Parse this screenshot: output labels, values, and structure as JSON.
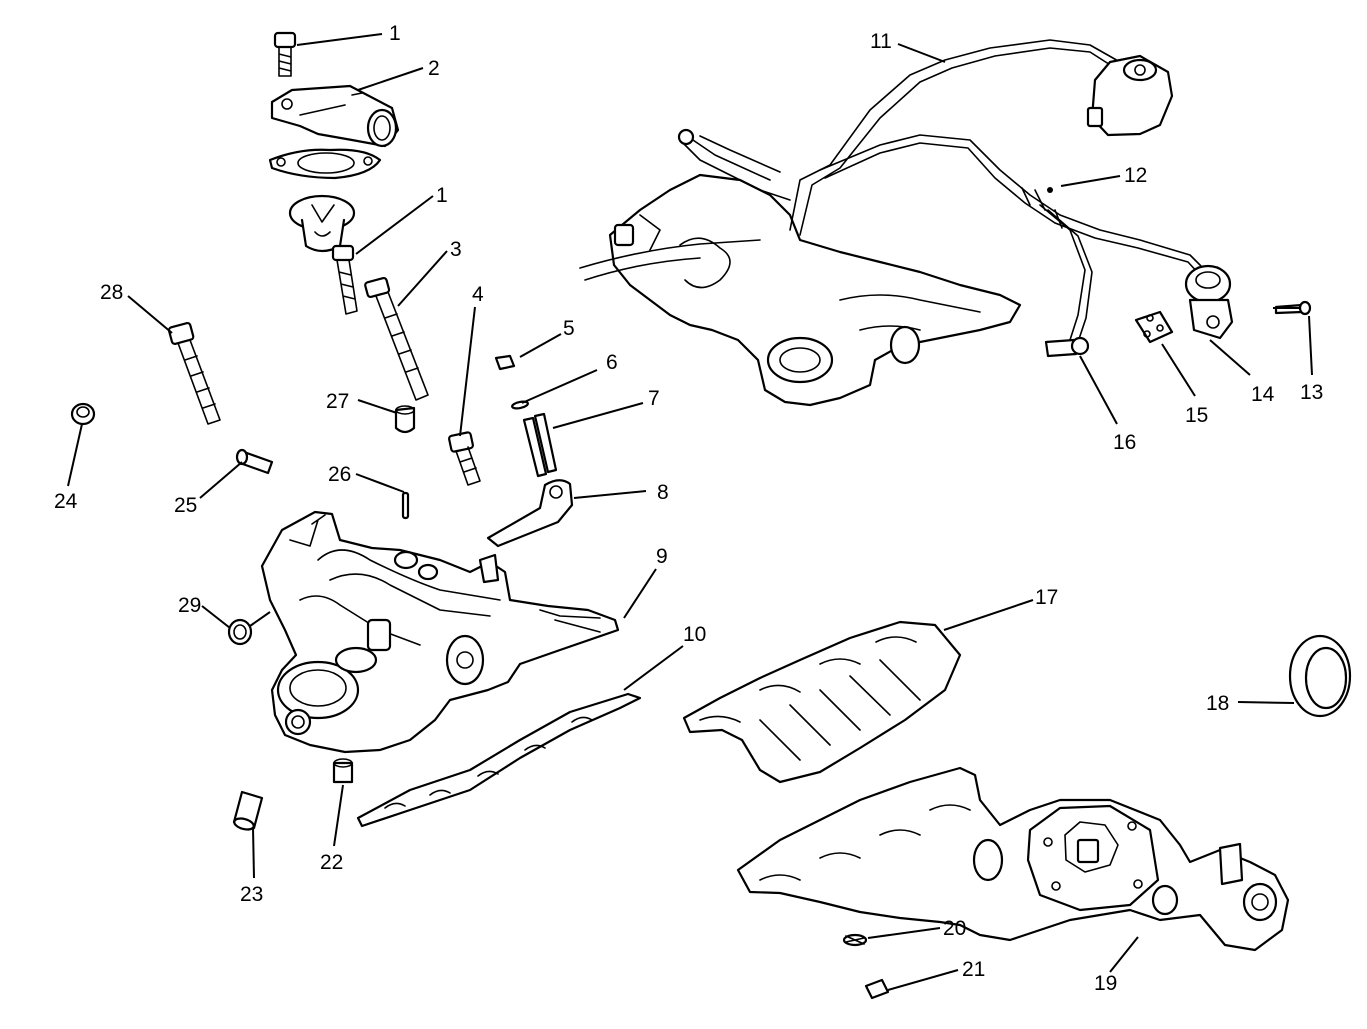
{
  "callouts": [
    "1",
    "2",
    "1",
    "3",
    "4",
    "5",
    "6",
    "7",
    "8",
    "9",
    "10",
    "11",
    "12",
    "13",
    "14",
    "15",
    "16",
    "17",
    "18",
    "19",
    "20",
    "21",
    "22",
    "23",
    "24",
    "25",
    "26",
    "27",
    "28",
    "29"
  ]
}
